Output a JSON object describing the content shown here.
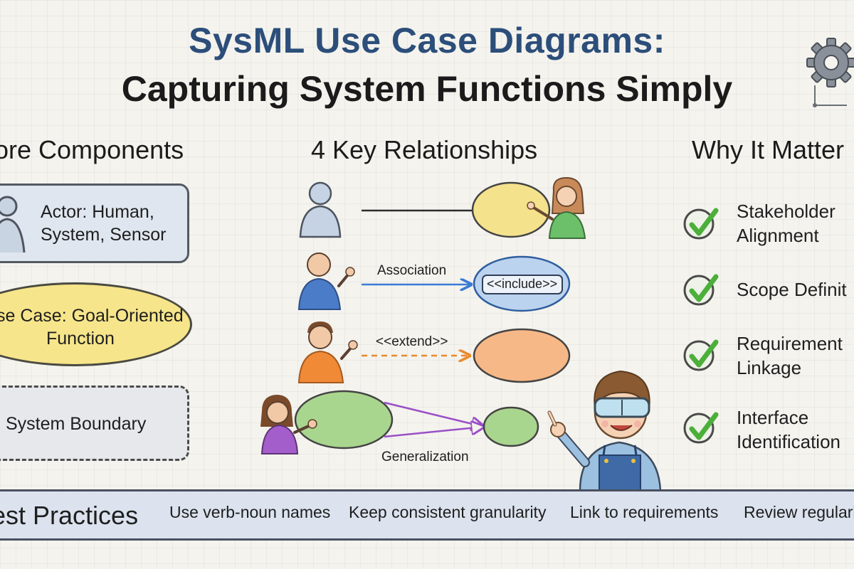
{
  "title": {
    "line1": "SysML Use Case Diagrams:",
    "line2": "Capturing System Functions Simply"
  },
  "core_components": {
    "heading": "ore Components",
    "actor_line1": "Actor: Human,",
    "actor_line2": "System, Sensor",
    "usecase_line1": "se Case: Goal-Oriented",
    "usecase_line2": "Function",
    "boundary": "System Boundary"
  },
  "relationships": {
    "heading": "4 Key Relationships",
    "association_label": "Association",
    "include_label": "<<include>>",
    "extend_label": "<<extend>>",
    "generalization_label": "Generalization"
  },
  "why": {
    "heading": "Why It Matter",
    "items": [
      {
        "line1": "Stakeholder",
        "line2": "Alignment"
      },
      {
        "line1": "Scope Definit",
        "line2": ""
      },
      {
        "line1": "Requirement",
        "line2": "Linkage"
      },
      {
        "line1": "Interface",
        "line2": "Identification"
      }
    ]
  },
  "best_practices": {
    "heading": "est Practices",
    "items": [
      "Use verb-noun names",
      "Keep consistent granularity",
      "Link to requirements",
      "Review regularl"
    ]
  },
  "icons": [
    "gear-icon",
    "checkmark-icon",
    "actor-icon",
    "engineer-illustration"
  ],
  "colors": {
    "title_blue": "#2c4e7a",
    "check_green": "#4caf3a",
    "association_blue": "#3a7bd5",
    "extend_orange": "#e98a2e",
    "generalization_purple": "#9a4fc7"
  }
}
